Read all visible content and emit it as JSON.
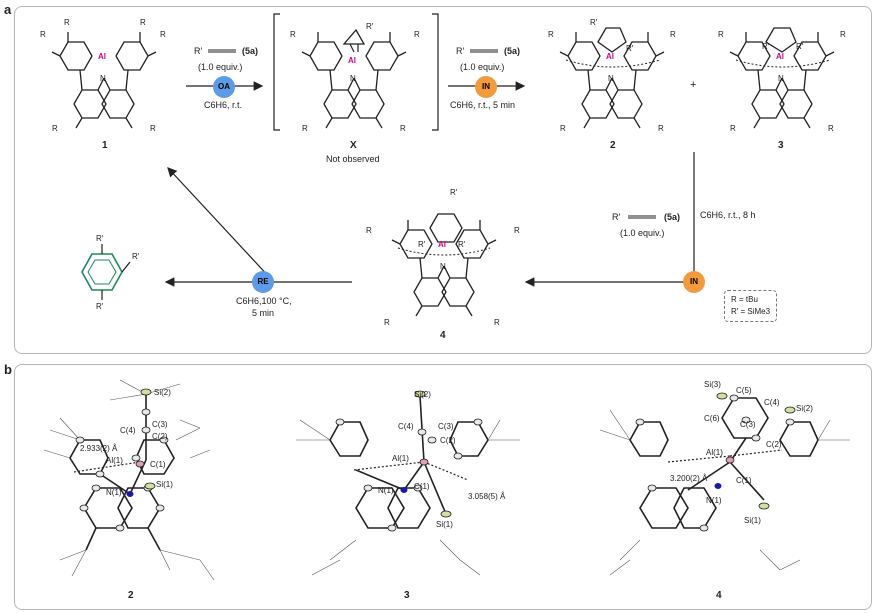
{
  "panel_a": {
    "label": "a",
    "compound_1": "1",
    "compound_X": "X",
    "not_observed": "Not observed",
    "compound_2": "2",
    "compound_3": "3",
    "compound_4": "4",
    "plus": "+",
    "reagent": "R′",
    "reagent_ref": "(5a)",
    "equiv": "(1.0 equiv.)",
    "cond_1": "C6H6, r.t.",
    "cond_2": "C6H6, r.t., 5 min",
    "cond_3": "C6H6, r.t., 8 h",
    "cond_4_line1": "C6H6,100 °C,",
    "cond_4_line2": "5 min",
    "badge_oa": "OA",
    "badge_in": "IN",
    "badge_re": "RE",
    "legend_r": "R = tBu",
    "legend_rp": "R′ = SiMe3",
    "atom_al": "Al",
    "atom_n": "N",
    "atom_r": "R",
    "atom_rp": "R′"
  },
  "panel_b": {
    "label": "b",
    "struct_2": {
      "label": "2",
      "atoms": [
        "Si(2)",
        "C(4)",
        "C(3)",
        "C(2)",
        "Al(1)",
        "C(1)",
        "N(1)",
        "Si(1)"
      ],
      "distance": "2.933(2) Å"
    },
    "struct_3": {
      "label": "3",
      "atoms": [
        "Si(2)",
        "C(4)",
        "C(3)",
        "C(2)",
        "Al(1)",
        "N(1)",
        "C(1)",
        "Si(1)"
      ],
      "distance": "3.058(5) Å"
    },
    "struct_4": {
      "label": "4",
      "atoms": [
        "Si(3)",
        "C(5)",
        "C(6)",
        "C(4)",
        "Si(2)",
        "C(3)",
        "C(2)",
        "Al(1)",
        "C(1)",
        "N(1)",
        "Si(1)"
      ],
      "distance": "3.200(2) Å"
    }
  },
  "colors": {
    "al": "#d4008c",
    "n": "#1a1aa8",
    "oa": "#5b9be8",
    "in": "#f39a3c",
    "re": "#5b9be8",
    "product": "#1a8a5a"
  }
}
